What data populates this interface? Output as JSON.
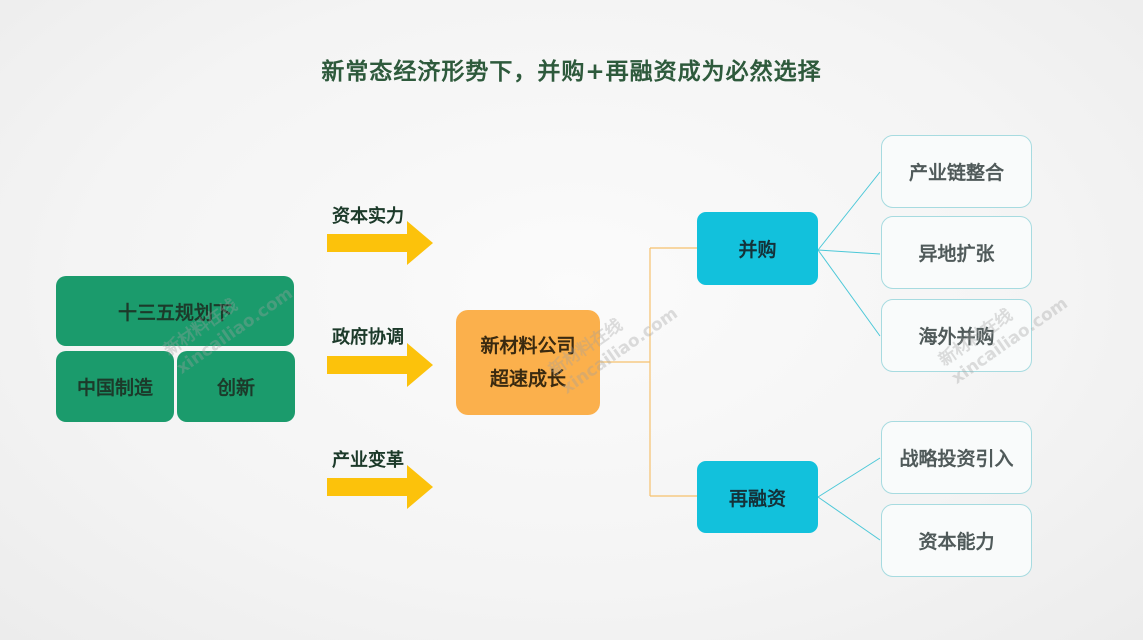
{
  "title": "新常态经济形势下，并购+再融资成为必然选择",
  "left_block": {
    "top": "十三五规划下",
    "bottom_left": "中国制造",
    "bottom_right": "创新"
  },
  "drivers": [
    "资本实力",
    "政府协调",
    "产业变革"
  ],
  "center": {
    "line1": "新材料公司",
    "line2": "超速成长"
  },
  "branches": {
    "ma": {
      "label": "并购",
      "items": [
        "产业链整合",
        "异地扩张",
        "海外并购"
      ]
    },
    "refinance": {
      "label": "再融资",
      "items": [
        "战略投资引入",
        "资本能力"
      ]
    }
  },
  "watermark": [
    "新材料在线",
    "xincailiao.com"
  ],
  "colors": {
    "title": "#2e5a3c",
    "green_box": "#1b9b6c",
    "orange_box": "#fbb04c",
    "cyan_box": "#12c1dc",
    "arrow": "#fcc20b",
    "connector_orange": "#f6c16e",
    "connector_cyan": "#4cc8d8"
  }
}
